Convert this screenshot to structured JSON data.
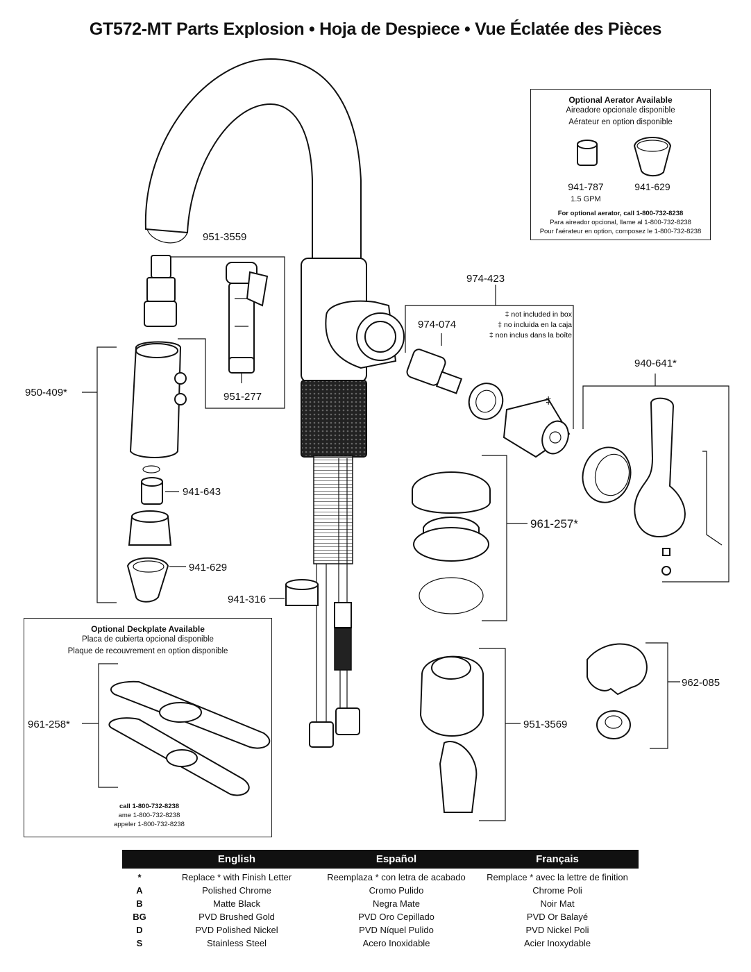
{
  "title": "GT572-MT Parts Explosion  •  Hoja de Despiece  •  Vue Éclatée des Pièces",
  "parts": {
    "p951_3559": "951-3559",
    "p951_277": "951-277",
    "p950_409": "950-409*",
    "p941_643": "941-643",
    "p941_629": "941-629",
    "p941_316": "941-316",
    "p974_423": "974-423",
    "p974_074": "974-074",
    "dagger": "‡",
    "p940_641": "940-641*",
    "p961_257": "961-257*",
    "p951_3569": "951-3569",
    "p962_085": "962-085",
    "p961_258": "961-258*"
  },
  "not_included": {
    "en": "‡ not included in box",
    "es": "‡ no incluida en la caja",
    "fr": "‡ non inclus dans la boîte"
  },
  "aerator_box": {
    "title": "Optional Aerator Available",
    "es": "Aireadore opcionale disponible",
    "fr": "Aérateur en option disponible",
    "part_a": "941-787",
    "part_a_sub": "1.5 GPM",
    "part_b": "941-629",
    "call_en": "For optional aerator, call 1-800-732-8238",
    "call_es": "Para aireador opcional, llame al 1-800-732-8238",
    "call_fr": "Pour l'aérateur en option, composez le 1-800-732-8238"
  },
  "deckplate_box": {
    "title": "Optional Deckplate Available",
    "es": "Placa de cubierta opcional disponible",
    "fr": "Plaque de recouvrement en option disponible",
    "call_en": "call 1-800-732-8238",
    "call_es": "ame 1-800-732-8238",
    "call_fr": "appeler 1-800-732-8238"
  },
  "legend": {
    "headers": [
      "English",
      "Español",
      "Français"
    ],
    "rows": [
      {
        "code": "*",
        "en": "Replace * with Finish Letter",
        "es": "Reemplaza * con letra de acabado",
        "fr": "Remplace * avec la lettre de finition"
      },
      {
        "code": "A",
        "en": "Polished Chrome",
        "es": "Cromo Pulido",
        "fr": "Chrome Poli"
      },
      {
        "code": "B",
        "en": "Matte Black",
        "es": "Negra Mate",
        "fr": "Noir Mat"
      },
      {
        "code": "BG",
        "en": "PVD Brushed Gold",
        "es": "PVD Oro Cepillado",
        "fr": "PVD Or Balayé"
      },
      {
        "code": "D",
        "en": "PVD Polished Nickel",
        "es": "PVD Níquel Pulido",
        "fr": "PVD Nickel Poli"
      },
      {
        "code": "S",
        "en": "Stainless Steel",
        "es": "Acero Inoxidable",
        "fr": "Acier Inoxydable"
      }
    ]
  }
}
